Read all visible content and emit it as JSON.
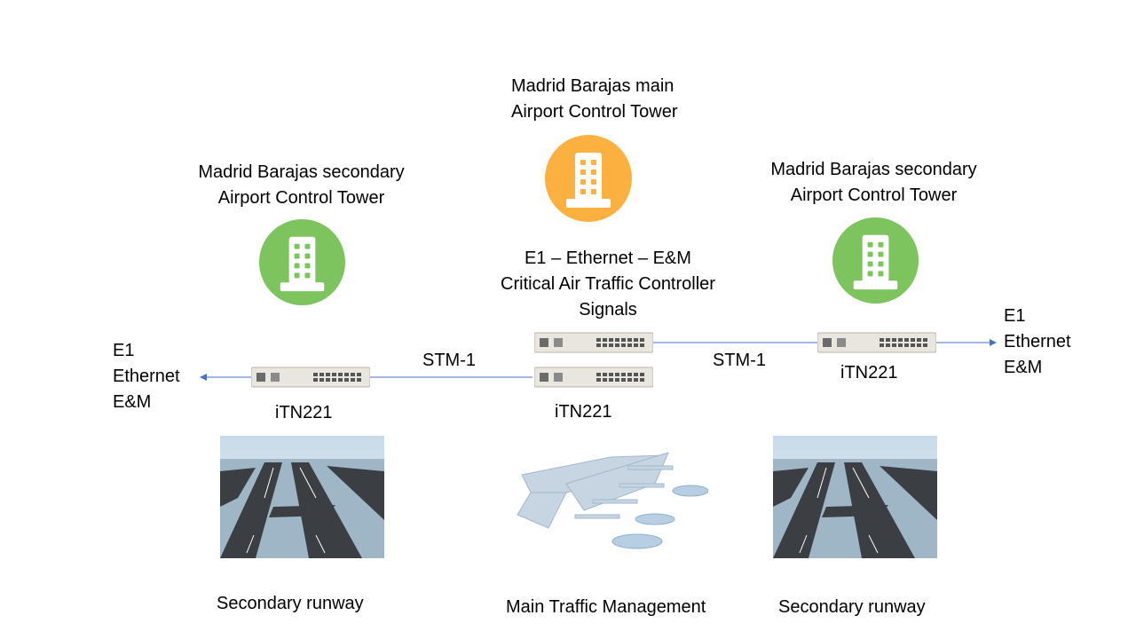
{
  "main_tower": {
    "label_line1": "Madrid Barajas main",
    "label_line2": "Airport Control Tower",
    "icon": "building-icon",
    "color": "#FBB040"
  },
  "left_tower": {
    "label_line1": "Madrid Barajas secondary",
    "label_line2": "Airport Control Tower",
    "icon": "building-icon",
    "color": "#7DC45E"
  },
  "right_tower": {
    "label_line1": "Madrid Barajas secondary",
    "label_line2": "Airport Control Tower",
    "icon": "building-icon",
    "color": "#7DC45E"
  },
  "center_signals": {
    "line1": "E1 – Ethernet – E&M",
    "line2": "Critical Air Traffic Controller",
    "line3": "Signals"
  },
  "devices": {
    "left": "iTN221",
    "center": "iTN221",
    "right": "iTN221"
  },
  "links": {
    "left": "STM-1",
    "right": "STM-1"
  },
  "left_interfaces": [
    "E1",
    "Ethernet",
    "E&M"
  ],
  "right_interfaces": [
    "E1",
    "Ethernet",
    "E&M"
  ],
  "captions": {
    "left": "Secondary runway",
    "center": "Main Traffic Management",
    "right": "Secondary runway"
  },
  "colors": {
    "link_line": "#4472C4"
  }
}
